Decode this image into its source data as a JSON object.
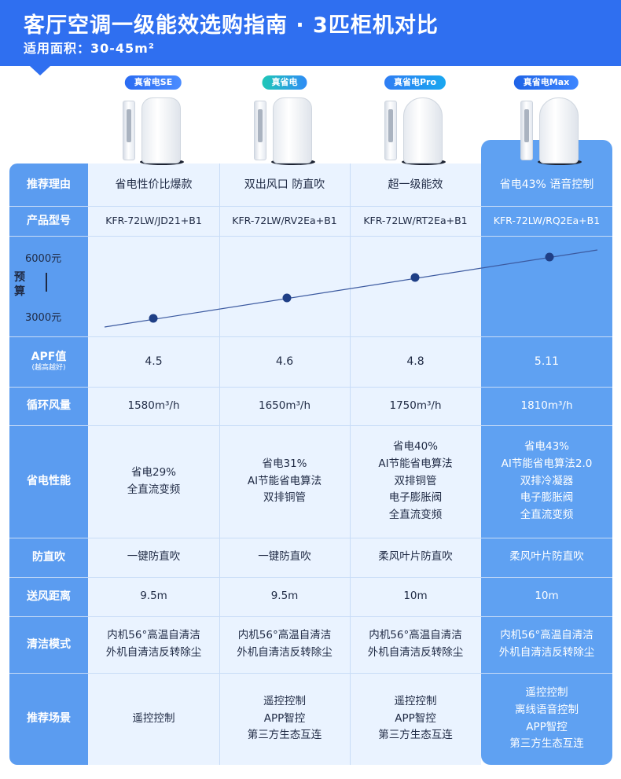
{
  "header": {
    "title": "客厅空调一级能效选购指南 · 3匹柜机对比",
    "subtitle": "适用面积：30-45m²"
  },
  "products": [
    {
      "badge": "真省电SE"
    },
    {
      "badge": "真省电"
    },
    {
      "badge": "真省电Pro"
    },
    {
      "badge": "真省电Max"
    }
  ],
  "rows": {
    "reason": {
      "label": "推荐理由",
      "values": [
        "省电性价比爆款",
        "双出风口 防直吹",
        "超一级能效",
        "省电43% 语音控制"
      ]
    },
    "model": {
      "label": "产品型号",
      "values": [
        "KFR-72LW/JD21+B1",
        "KFR-72LW/RV2Ea+B1",
        "KFR-72LW/RT2Ea+B1",
        "KFR-72LW/RQ2Ea+B1"
      ]
    },
    "budget": {
      "label_top": "预",
      "label_bottom": "算",
      "max_label": "6000元",
      "min_label": "3000元"
    },
    "apf": {
      "label": "APF值",
      "note": "(越高越好)",
      "values": [
        "4.5",
        "4.6",
        "4.8",
        "5.11"
      ]
    },
    "airflow": {
      "label": "循环风量",
      "values": [
        "1580m³/h",
        "1650m³/h",
        "1750m³/h",
        "1810m³/h"
      ]
    },
    "saving": {
      "label": "省电性能",
      "values": [
        [
          "省电29%",
          "全直流变频"
        ],
        [
          "省电31%",
          "AI节能省电算法",
          "双排铜管"
        ],
        [
          "省电40%",
          "AI节能省电算法",
          "双排铜管",
          "电子膨胀阀",
          "全直流变频"
        ],
        [
          "省电43%",
          "AI节能省电算法2.0",
          "双排冷凝器",
          "电子膨胀阀",
          "全直流变频"
        ]
      ]
    },
    "antiblow": {
      "label": "防直吹",
      "values": [
        "一键防直吹",
        "一键防直吹",
        "柔风叶片防直吹",
        "柔风叶片防直吹"
      ]
    },
    "distance": {
      "label": "送风距离",
      "values": [
        "9.5m",
        "9.5m",
        "10m",
        "10m"
      ]
    },
    "clean": {
      "label": "清洁模式",
      "values": [
        [
          "内机56°高温自清洁",
          "外机自清洁反转除尘"
        ],
        [
          "内机56°高温自清洁",
          "外机自清洁反转除尘"
        ],
        [
          "内机56°高温自清洁",
          "外机自清洁反转除尘"
        ],
        [
          "内机56°高温自清洁",
          "外机自清洁反转除尘"
        ]
      ]
    },
    "scene": {
      "label": "推荐场景",
      "values": [
        [
          "遥控控制"
        ],
        [
          "遥控控制",
          "APP智控",
          "第三方生态互连"
        ],
        [
          "遥控控制",
          "APP智控",
          "第三方生态互连"
        ],
        [
          "遥控控制",
          "离线语音控制",
          "APP智控",
          "第三方生态互连"
        ]
      ]
    }
  },
  "colors": {
    "banner": "#2f6ff0",
    "header_col": "#5b9cf0",
    "highlight_col": "#5fa1f2",
    "point": "#1f3f86"
  }
}
